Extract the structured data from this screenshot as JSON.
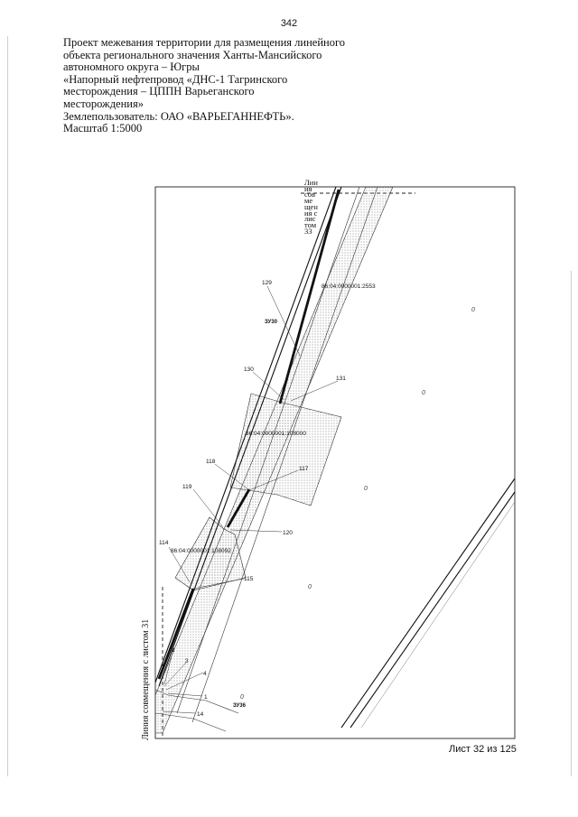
{
  "page_number": "342",
  "header": {
    "line1": "Проект межевания территории для размещения линейного",
    "line2": "объекта регионального значения Ханты-Мансийского",
    "line3": "автономного округа – Югры",
    "line4": "«Напорный нефтепровод «ДНС-1 Тагринского",
    "line5": "месторождения – ЦППН Варьеганского",
    "line6": "месторождения»",
    "line7": "Землепользователь: ОАО «ВАРЬЕГАННЕФТЬ».",
    "line8": "Масштаб 1:5000"
  },
  "map": {
    "top_label_lines": [
      "Лин",
      "ия",
      "сов",
      "ме",
      "щен",
      "ия с",
      "лис",
      "том",
      "33"
    ],
    "side_caption": "Линия совмещения с листом 31",
    "points": {
      "p129": "129",
      "p130": "130",
      "p131": "131",
      "p118": "118",
      "p117": "117",
      "p119": "119",
      "p120": "120",
      "p114": "114",
      "p115": "115",
      "p2": "2",
      "p3": "3",
      "p4": "4",
      "p1": "1",
      "p14": "14"
    },
    "parcels": {
      "cad_2553": "86:04:0000001:2553",
      "cad_108000": "86:04:0000001:108000",
      "cad_108092": "86:04:0000001:108092",
      "zu30": "ЗУ30",
      "zu36": "ЗУ36"
    },
    "zero_marks": [
      "0",
      "0",
      "0",
      "0",
      "0"
    ]
  },
  "footer": {
    "sheet": "Лист 32 из 125"
  }
}
